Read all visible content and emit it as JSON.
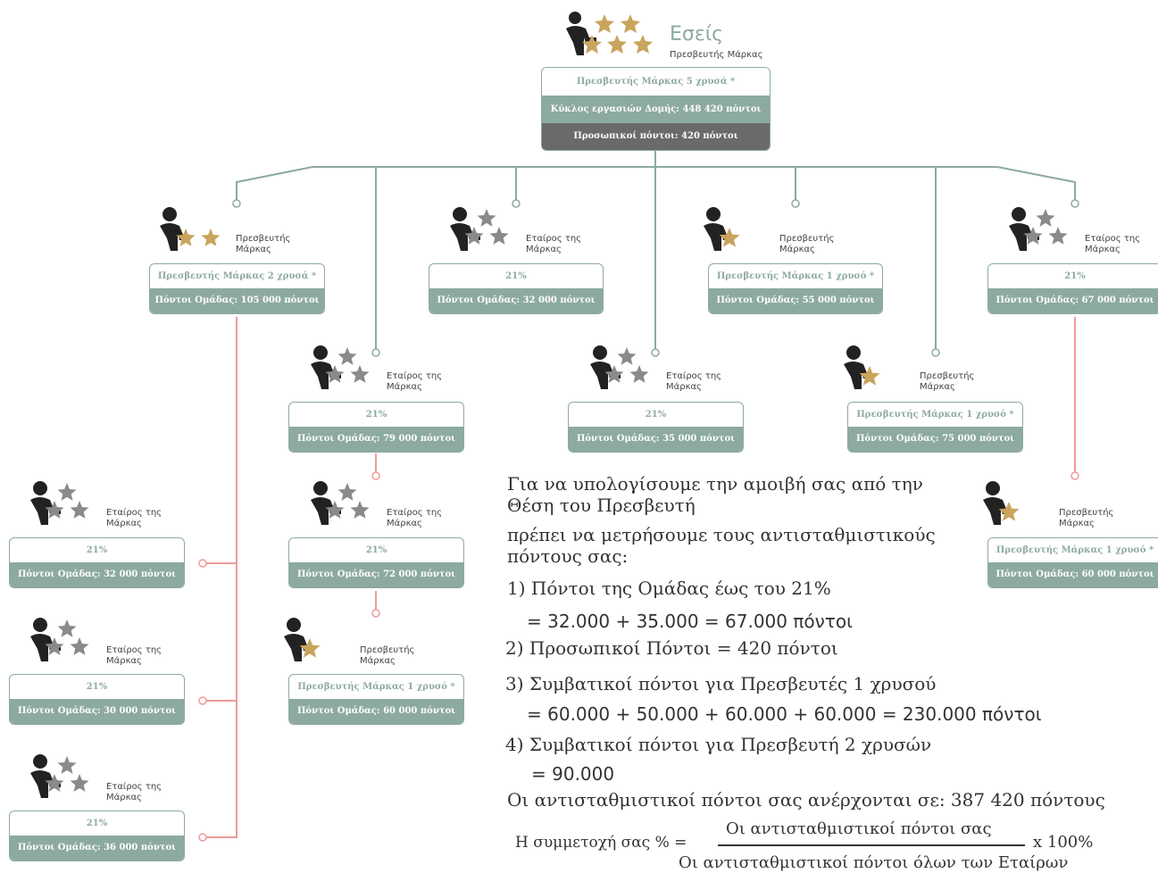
{
  "you": {
    "title": "Εσείς",
    "subtitle": "Πρεσβευτής Μάρκας",
    "rank": "Πρεσβευτής Μάρκας 5 χρυσά *",
    "structure_points": "Κύκλος εργασιών Δομής: 448 420 πόντοι",
    "personal_points": "Προσωπικοί πόντοι: 420 πόντοι"
  },
  "nodes": [
    {
      "id": "n1",
      "role": "Πρεσβευτής Μάρκας",
      "rank": "Πρεσβευτής Μάρκας 2 χρυσά *",
      "points": "Πόντοι Ομάδας: 105 000 πόντοι",
      "stars": "2gold"
    },
    {
      "id": "n2",
      "role": "Εταίρος της Μάρκας",
      "rank": "21%",
      "points": "Πόντοι Ομάδας: 32 000 πόντοι",
      "stars": "grey"
    },
    {
      "id": "n3",
      "role": "Πρεσβευτής Μάρκας",
      "rank": "Πρεσβευτής Μάρκας 1 χρυσό *",
      "points": "Πόντοι Ομάδας: 55 000 πόντοι",
      "stars": "1gold"
    },
    {
      "id": "n4",
      "role": "Εταίρος της Μάρκας",
      "rank": "21%",
      "points": "Πόντοι Ομάδας: 67 000 πόντοι",
      "stars": "grey"
    },
    {
      "id": "n5",
      "role": "Εταίρος της Μάρκας",
      "rank": "21%",
      "points": "Πόντοι Ομάδας: 79 000 πόντοι",
      "stars": "grey"
    },
    {
      "id": "n6",
      "role": "Εταίρος της Μάρκας",
      "rank": "21%",
      "points": "Πόντοι Ομάδας: 35 000 πόντοι",
      "stars": "grey"
    },
    {
      "id": "n7",
      "role": "Πρεσβευτής Μάρκας",
      "rank": "Πρεσβευτής Μάρκας 1 χρυσό *",
      "points": "Πόντοι Ομάδας: 75 000 πόντοι",
      "stars": "1gold"
    },
    {
      "id": "n8",
      "role": "Εταίρος της Μάρκας",
      "rank": "21%",
      "points": "Πόντοι Ομάδας: 32 000 πόντοι",
      "stars": "grey"
    },
    {
      "id": "n9",
      "role": "Εταίρος της Μάρκας",
      "rank": "21%",
      "points": "Πόντοι Ομάδας: 72 000 πόντοι",
      "stars": "grey"
    },
    {
      "id": "n10",
      "role": "Πρεσβευτής Μάρκας",
      "rank": "Πρεσβευτής Μάρκας 1 χρυσό *",
      "points": "Πόντοι Ομάδας: 60 000 πόντοι",
      "stars": "1gold"
    },
    {
      "id": "n11",
      "role": "Εταίρος της Μάρκας",
      "rank": "21%",
      "points": "Πόντοι Ομάδας: 30 000 πόντοι",
      "stars": "grey"
    },
    {
      "id": "n12",
      "role": "Εταίρος της Μάρκας",
      "rank": "21%",
      "points": "Πόντοι Ομάδας: 36 000 πόντοι",
      "stars": "grey"
    },
    {
      "id": "n13",
      "role": "Πρεσβευτής Μάρκας",
      "rank": "Πρεσβευτής Μάρκας 1 χρυσό *",
      "points": "Πόντοι Ομάδας: 60 000 πόντοι",
      "stars": "1gold"
    }
  ],
  "explanation": {
    "intro_1": "Για να υπολογίσουμε την αμοιβή σας από την",
    "intro_2": "Θέση του Πρεσβευτή",
    "intro_3": "πρέπει να μετρήσουμε τους αντισταθμιστικούς",
    "intro_4": "πόντους σας:",
    "step1": "1) Πόντοι της Ομάδας έως του 21%",
    "step1_calc": "= 32.000 + 35.000 = 67.000 πόντοι",
    "step2": "2) Προσωπικοί Πόντοι = 420 πόντοι",
    "step3": "3) Συμβατικοί πόντοι για Πρεσβευτές 1 χρυσού",
    "step3_calc": "= 60.000 + 50.000 + 60.000 + 60.000 = 230.000 πόντοι",
    "step4": "4) Συμβατικοί πόντοι για Πρεσβευτή 2 χρυσών",
    "step4_calc": "= 90.000",
    "total": "Οι αντισταθμιστικοί πόντοι σας ανέρχονται σε: 387 420 πόντους",
    "formula_label": "Η συμμετοχή σας % =",
    "formula_numerator": "Οι αντισταθμιστικοί πόντοι σας",
    "formula_multiplier": "x 100%",
    "formula_denominator": "Οι αντισταθμιστικοί πόντοι όλων των Εταίρων"
  },
  "colors": {
    "teal": "#8daaa0",
    "pink": "#ef9a9a",
    "gold": "#c9a45c",
    "grey": "#8a8a8a",
    "dark": "#222222",
    "personal_bg": "#6a6a6a"
  }
}
